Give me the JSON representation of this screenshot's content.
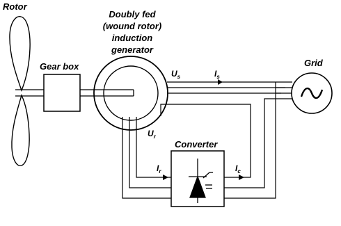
{
  "labels": {
    "rotor": "Rotor",
    "gear_box": "Gear box",
    "generator_line1": "Doubly fed",
    "generator_line2": "(wound rotor)",
    "generator_line3": "induction",
    "generator_line4": "generator",
    "grid": "Grid",
    "converter": "Converter"
  },
  "symbols": {
    "stator_voltage": {
      "main": "U",
      "sub": "s"
    },
    "stator_current": {
      "main": "I",
      "sub": "s"
    },
    "rotor_voltage": {
      "main": "U",
      "sub": "r"
    },
    "rotor_current": {
      "main": "I",
      "sub": "r"
    },
    "converter_current": {
      "main": "I",
      "sub": "c"
    }
  },
  "grid_symbol_icon": "sine-wave-icon",
  "converter_symbol_icon": "thyristor-icon",
  "colors": {
    "line": "#000000",
    "background": "#ffffff"
  }
}
